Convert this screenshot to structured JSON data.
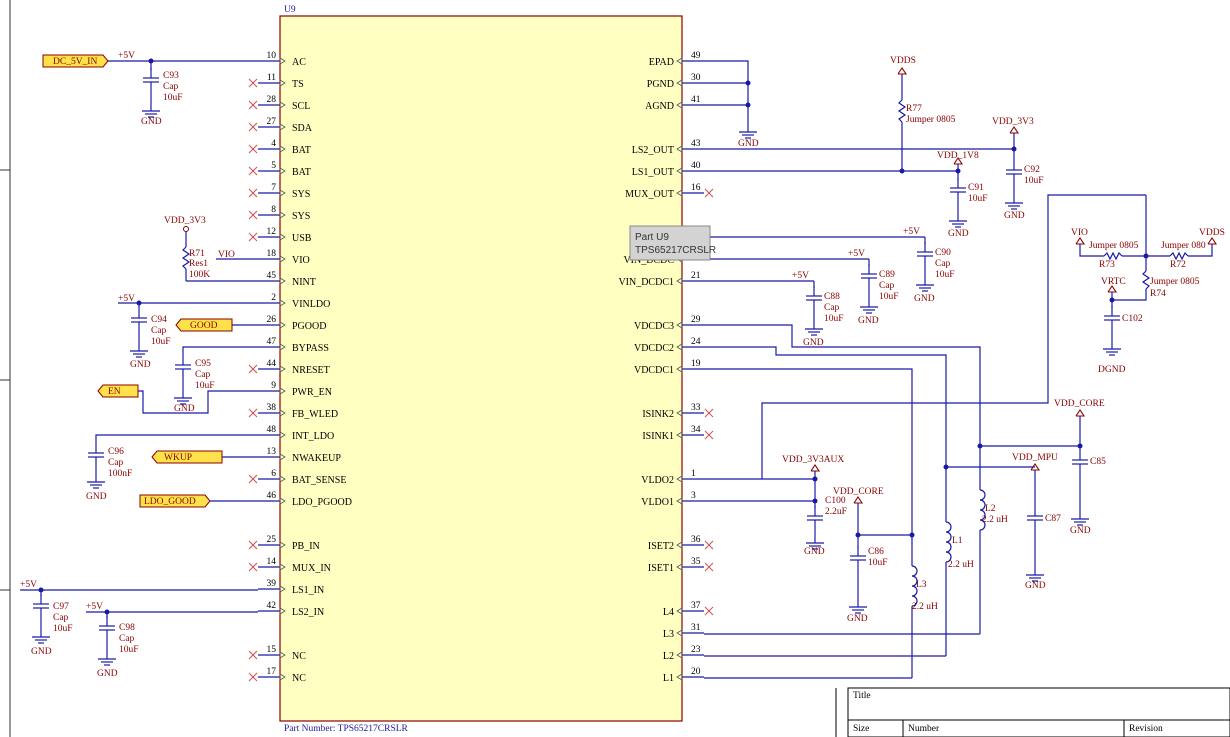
{
  "component": {
    "designator": "U9",
    "part_number_label": "Part Number: TPS65217CRSLR",
    "tooltip": {
      "line1": "Part U9",
      "line2": "TPS65217CRSLR"
    }
  },
  "left_pins": [
    {
      "num": "10",
      "name": "AC",
      "nc": false
    },
    {
      "num": "11",
      "name": "TS",
      "nc": true
    },
    {
      "num": "28",
      "name": "SCL",
      "nc": true
    },
    {
      "num": "27",
      "name": "SDA",
      "nc": true
    },
    {
      "num": "4",
      "name": "BAT",
      "nc": true
    },
    {
      "num": "5",
      "name": "BAT",
      "nc": true
    },
    {
      "num": "7",
      "name": "SYS",
      "nc": true
    },
    {
      "num": "8",
      "name": "SYS",
      "nc": true
    },
    {
      "num": "12",
      "name": "USB",
      "nc": true
    },
    {
      "num": "18",
      "name": "VIO",
      "nc": false
    },
    {
      "num": "45",
      "name": "NINT",
      "nc": false
    },
    {
      "num": "2",
      "name": "VINLDO",
      "nc": false
    },
    {
      "num": "26",
      "name": "PGOOD",
      "nc": false
    },
    {
      "num": "47",
      "name": "BYPASS",
      "nc": false
    },
    {
      "num": "44",
      "name": "NRESET",
      "nc": true
    },
    {
      "num": "9",
      "name": "PWR_EN",
      "nc": false
    },
    {
      "num": "38",
      "name": "FB_WLED",
      "nc": true
    },
    {
      "num": "48",
      "name": "INT_LDO",
      "nc": false
    },
    {
      "num": "13",
      "name": "NWAKEUP",
      "nc": false
    },
    {
      "num": "6",
      "name": "BAT_SENSE",
      "nc": true
    },
    {
      "num": "46",
      "name": "LDO_PGOOD",
      "nc": false
    },
    {
      "num": "",
      "name": "",
      "nc": false
    },
    {
      "num": "25",
      "name": "PB_IN",
      "nc": true
    },
    {
      "num": "14",
      "name": "MUX_IN",
      "nc": true
    },
    {
      "num": "39",
      "name": "LS1_IN",
      "nc": false
    },
    {
      "num": "42",
      "name": "LS2_IN",
      "nc": false
    },
    {
      "num": "",
      "name": "",
      "nc": false
    },
    {
      "num": "15",
      "name": "NC",
      "nc": true
    },
    {
      "num": "17",
      "name": "NC",
      "nc": true
    }
  ],
  "right_pins": [
    {
      "num": "49",
      "name": "EPAD",
      "nc": false
    },
    {
      "num": "30",
      "name": "PGND",
      "nc": false
    },
    {
      "num": "41",
      "name": "AGND",
      "nc": false
    },
    {
      "num": "",
      "name": "",
      "nc": false
    },
    {
      "num": "43",
      "name": "LS2_OUT",
      "nc": false
    },
    {
      "num": "40",
      "name": "LS1_OUT",
      "nc": false
    },
    {
      "num": "16",
      "name": "MUX_OUT",
      "nc": true
    },
    {
      "num": "",
      "name": "",
      "nc": false
    },
    {
      "num": "",
      "name": "VI",
      "nc": false
    },
    {
      "num": "",
      "name": "VIN_DCDC",
      "nc": false
    },
    {
      "num": "21",
      "name": "VIN_DCDC1",
      "nc": false
    },
    {
      "num": "",
      "name": "",
      "nc": false
    },
    {
      "num": "29",
      "name": "VDCDC3",
      "nc": false
    },
    {
      "num": "24",
      "name": "VDCDC2",
      "nc": false
    },
    {
      "num": "19",
      "name": "VDCDC1",
      "nc": false
    },
    {
      "num": "",
      "name": "",
      "nc": false
    },
    {
      "num": "33",
      "name": "ISINK2",
      "nc": true
    },
    {
      "num": "34",
      "name": "ISINK1",
      "nc": true
    },
    {
      "num": "",
      "name": "",
      "nc": false
    },
    {
      "num": "1",
      "name": "VLDO2",
      "nc": false
    },
    {
      "num": "3",
      "name": "VLDO1",
      "nc": false
    },
    {
      "num": "",
      "name": "",
      "nc": false
    },
    {
      "num": "36",
      "name": "ISET2",
      "nc": true
    },
    {
      "num": "35",
      "name": "ISET1",
      "nc": true
    },
    {
      "num": "",
      "name": "",
      "nc": false
    },
    {
      "num": "37",
      "name": "L4",
      "nc": true
    },
    {
      "num": "31",
      "name": "L3",
      "nc": false
    },
    {
      "num": "23",
      "name": "L2",
      "nc": false
    },
    {
      "num": "20",
      "name": "L1",
      "nc": false
    }
  ],
  "ports": {
    "dc5v": "DC_5V_IN",
    "good": "GOOD",
    "en": "EN",
    "wkup": "WKUP",
    "ldo_good": "LDO_GOOD"
  },
  "nets": {
    "p5v": "+5V",
    "gnd": "GND",
    "dgnd": "DGND",
    "vio": "VIO",
    "vdd_3v3": "VDD_3V3",
    "vdds": "VDDS",
    "vdd_1v8": "VDD_1V8",
    "vrtc": "VRTC",
    "vdd_core": "VDD_CORE",
    "vdd_mpu": "VDD_MPU",
    "vdd_3v3aux": "VDD_3V3AUX"
  },
  "components": {
    "c93": {
      "ref": "C93",
      "type": "Cap",
      "val": "10uF"
    },
    "c94": {
      "ref": "C94",
      "type": "Cap",
      "val": "10uF"
    },
    "c95": {
      "ref": "C95",
      "type": "Cap",
      "val": "10uF"
    },
    "c96": {
      "ref": "C96",
      "type": "Cap",
      "val": "100nF"
    },
    "c97": {
      "ref": "C97",
      "type": "Cap",
      "val": "10uF"
    },
    "c98": {
      "ref": "C98",
      "type": "Cap",
      "val": "10uF"
    },
    "r71": {
      "ref": "R71",
      "type": "Res1",
      "val": "100K"
    },
    "r77": {
      "ref": "R77",
      "val": "Jumper 0805"
    },
    "c92": {
      "ref": "C92",
      "val": "10uF"
    },
    "c91": {
      "ref": "C91",
      "val": "10uF"
    },
    "c90": {
      "ref": "C90",
      "type": "Cap",
      "val": "10uF"
    },
    "c89": {
      "ref": "C89",
      "type": "Cap",
      "val": "10uF"
    },
    "c88": {
      "ref": "C88",
      "type": "Cap",
      "val": "10uF"
    },
    "r73": {
      "ref": "R73",
      "val": "Jumper 0805"
    },
    "r72": {
      "ref": "R72",
      "val": "Jumper 080"
    },
    "r74": {
      "ref": "R74",
      "val": "Jumper 0805"
    },
    "c102": {
      "ref": "C102"
    },
    "c85": {
      "ref": "C85"
    },
    "c87": {
      "ref": "C87"
    },
    "c100": {
      "ref": "C100",
      "val": "2.2uF"
    },
    "c86": {
      "ref": "C86",
      "val": "10uF"
    },
    "l1": {
      "ref": "L1",
      "val": "2.2 uH"
    },
    "l2": {
      "ref": "L2",
      "val": "2.2 uH"
    },
    "l3": {
      "ref": "L3",
      "val": "2.2 uH"
    }
  },
  "title_block": {
    "title": "Title",
    "size": "Size",
    "number": "Number",
    "revision": "Revision"
  }
}
